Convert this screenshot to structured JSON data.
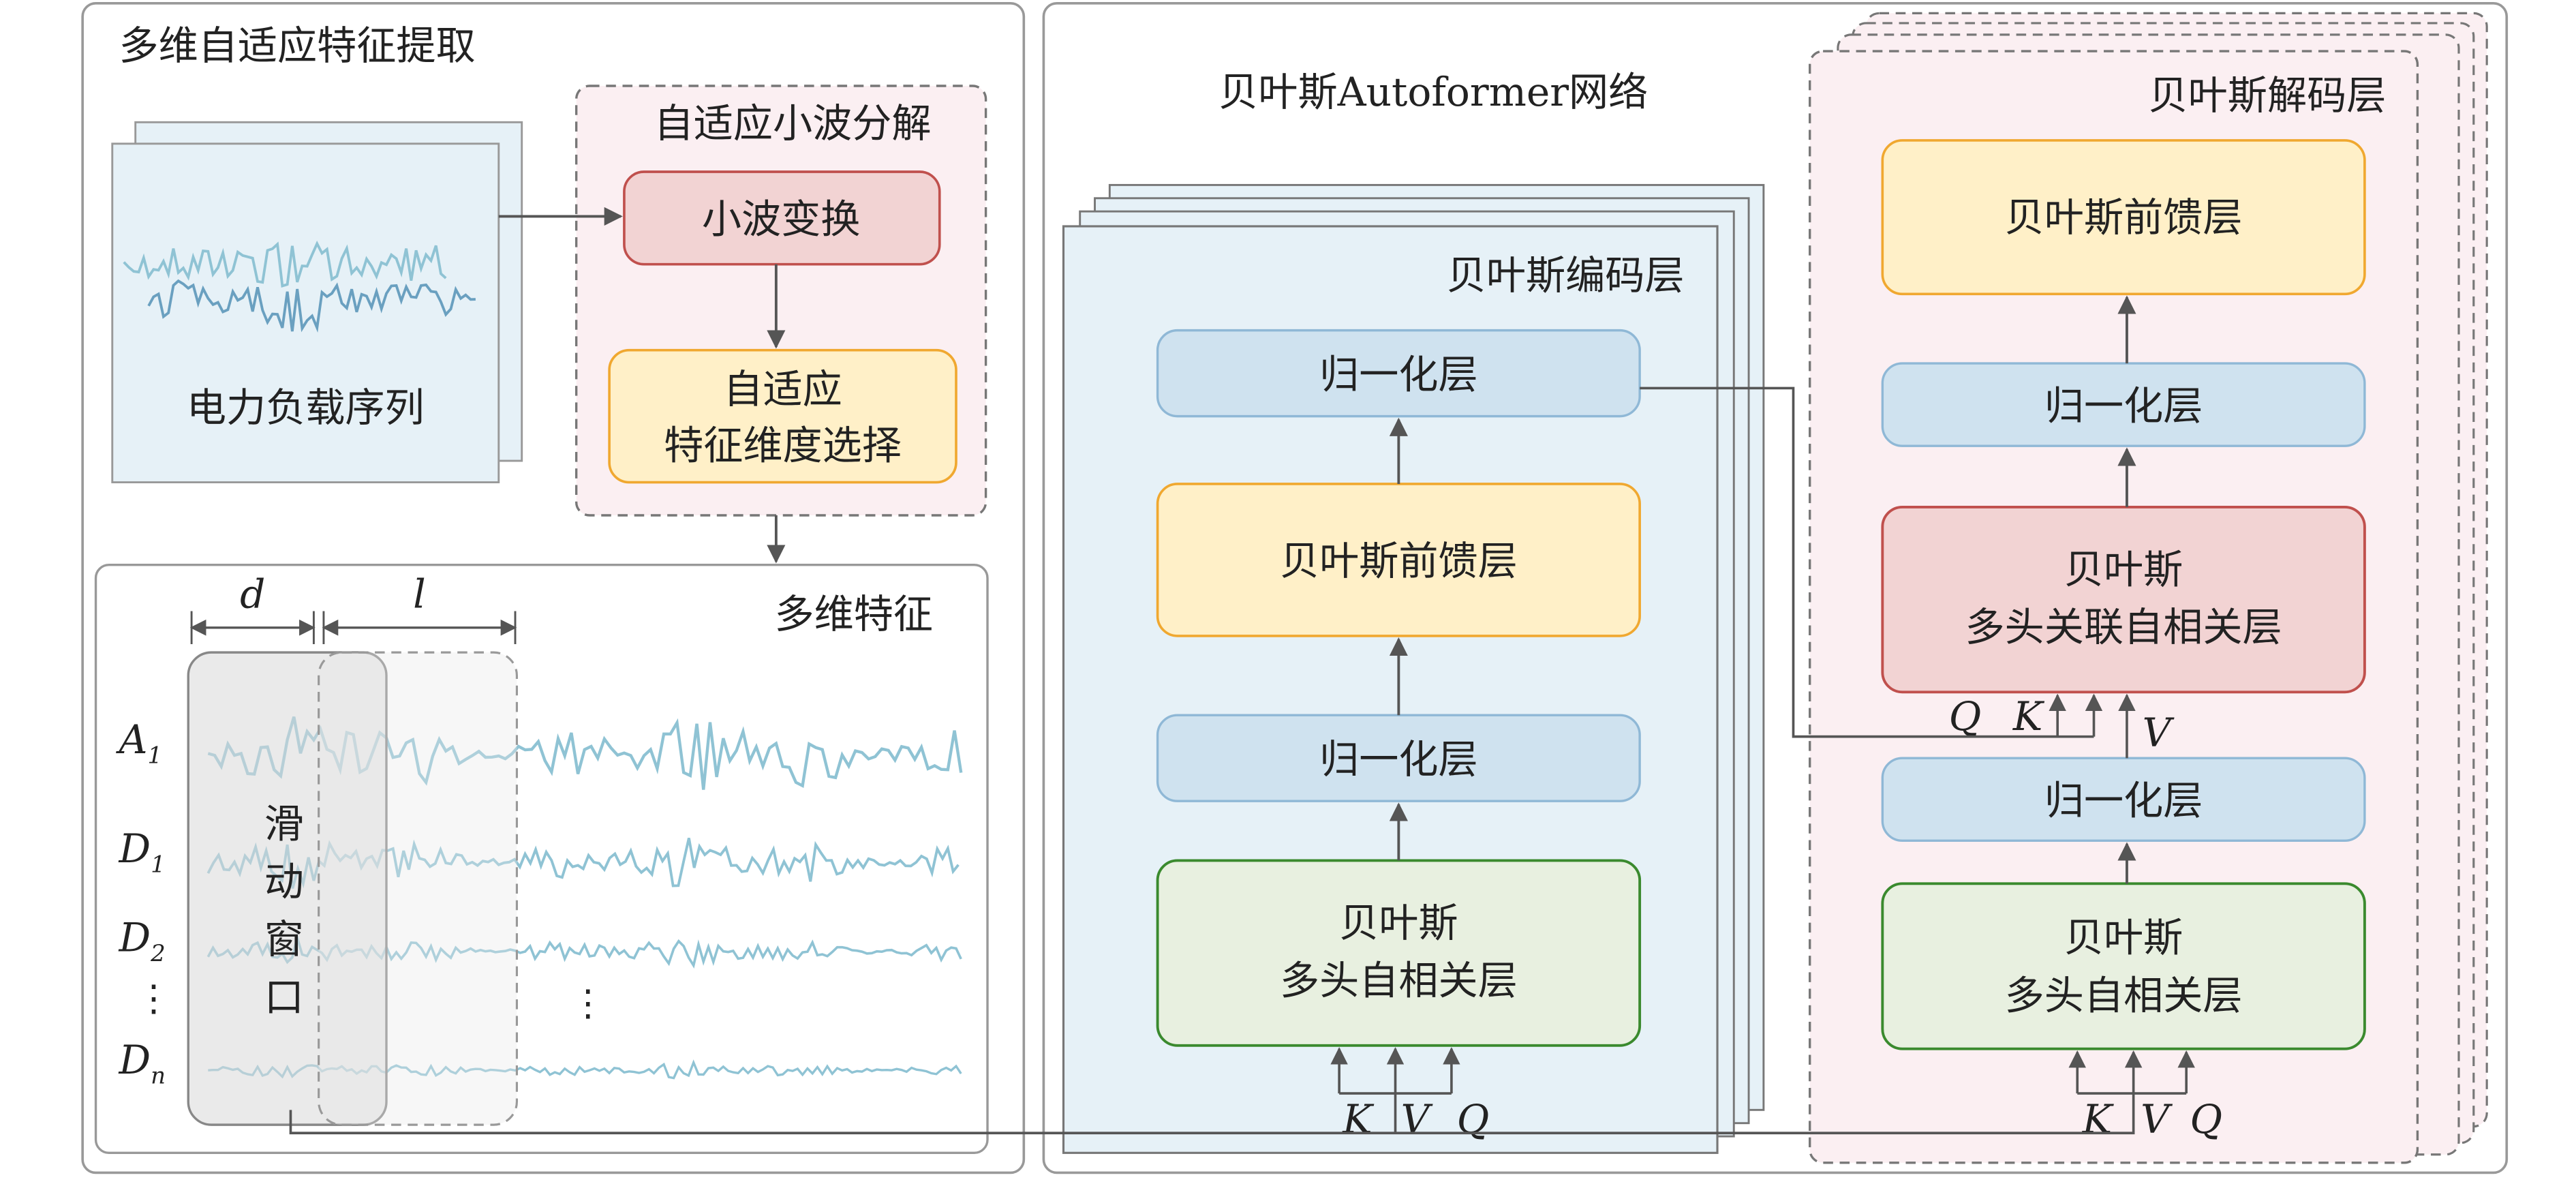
{
  "left_panel": {
    "title": "多维自适应特征提取",
    "series_label": "电力负载序列",
    "wavelet_group_title": "自适应小波分解",
    "wavelet_transform": "小波变换",
    "adaptive_select_line1": "自适应",
    "adaptive_select_line2": "特征维度选择",
    "features_title": "多维特征",
    "dim_d": "d",
    "dim_l": "l",
    "rows": [
      {
        "base": "A",
        "sub": "1"
      },
      {
        "base": "D",
        "sub": "1"
      },
      {
        "base": "D",
        "sub": "2"
      },
      {
        "base": "⋮",
        "sub": ""
      },
      {
        "base": "D",
        "sub": "n"
      }
    ],
    "window_chars": [
      "滑",
      "动",
      "窗",
      "口"
    ],
    "ellipsis": "⋮"
  },
  "right_panel": {
    "network_title": "贝叶斯Autoformer网络",
    "encoder": {
      "title": "贝叶斯编码层",
      "norm_top": "归一化层",
      "ffn": "贝叶斯前馈层",
      "norm_bottom": "归一化层",
      "attn_line1": "贝叶斯",
      "attn_line2": "多头自相关层",
      "inputs": [
        "K",
        "V",
        "Q"
      ]
    },
    "decoder": {
      "title": "贝叶斯解码层",
      "ffn": "贝叶斯前馈层",
      "norm_top": "归一化层",
      "cross_line1": "贝叶斯",
      "cross_line2": "多头关联自相关层",
      "cross_inputs": [
        "Q",
        "K",
        "V"
      ],
      "norm_bottom": "归一化层",
      "attn_line1": "贝叶斯",
      "attn_line2": "多头自相关层",
      "inputs": [
        "K",
        "V",
        "Q"
      ]
    }
  },
  "colors": {
    "blue_fill": "#cfe2ef",
    "blue_stroke": "#8fb8d6",
    "yellow_fill": "#fff0c8",
    "yellow_stroke": "#f0a830",
    "red_fill": "#f2d3d3",
    "red_stroke": "#c0504d",
    "green_fill": "#e8f0e0",
    "green_stroke": "#3a8a2e",
    "encoder_bg": "#e6f1f7",
    "decoder_bg": "#fbeff2",
    "signal": "#8fc3d4",
    "signal_dark": "#6aa0c0"
  }
}
